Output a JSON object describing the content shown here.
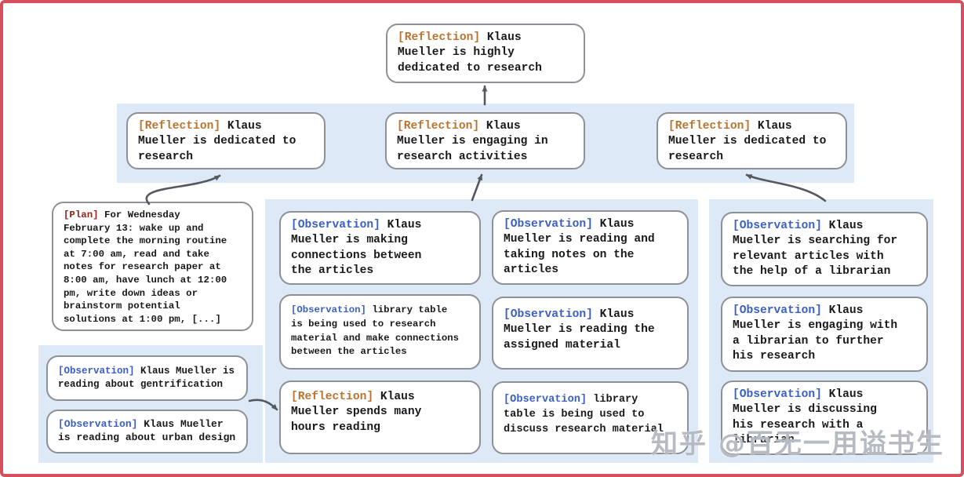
{
  "diagram": {
    "subject": "Klaus Mueller memory tree",
    "node_types": [
      "Reflection",
      "Observation",
      "Plan"
    ]
  },
  "colors": {
    "canvas_border": "#d5505c",
    "band_background": "#dde9f7",
    "node_background": "#ffffff",
    "node_border": "#8d9095",
    "text": "#17191c",
    "arrow": "#55585f",
    "tag_reflection": "#b9742f",
    "tag_observation": "#3a5fc5",
    "tag_plan": "#8e241c"
  },
  "watermark": {
    "text": "知乎 @百无一用谥书生"
  },
  "nodes": {
    "root": {
      "tag": "[Reflection]",
      "text": " Klaus\nMueller is highly\ndedicated to research"
    },
    "refl_left": {
      "tag": "[Reflection]",
      "text": " Klaus\nMueller is dedicated to\nresearch"
    },
    "refl_mid": {
      "tag": "[Reflection]",
      "text": " Klaus\nMueller is engaging in\nresearch activities"
    },
    "refl_right": {
      "tag": "[Reflection]",
      "text": " Klaus\nMueller is dedicated to\nresearch"
    },
    "plan": {
      "tag": "[Plan]",
      "text": " For Wednesday\nFebruary 13: wake up and\ncomplete the morning routine\nat 7:00 am, read and take\nnotes for research paper at\n8:00 am, have lunch at 12:00\npm, write down ideas or\nbrainstorm potential\nsolutions at 1:00 pm, [...]"
    },
    "obs_gentrification": {
      "tag": "[Observation]",
      "text": " Klaus Mueller is\nreading about gentrification"
    },
    "obs_urban": {
      "tag": "[Observation]",
      "text": " Klaus Mueller\nis reading about urban design"
    },
    "obs_connections": {
      "tag": "[Observation]",
      "text": " Klaus\nMueller is making\nconnections between\nthe articles"
    },
    "obs_library_research": {
      "tag": "[Observation]",
      "text": " library table\nis being used to research\nmaterial and make connections\nbetween the articles"
    },
    "refl_hours": {
      "tag": "[Reflection]",
      "text": " Klaus\nMueller spends many\nhours reading"
    },
    "obs_notes": {
      "tag": "[Observation]",
      "text": " Klaus\nMueller is reading and\ntaking notes on the\narticles"
    },
    "obs_assigned": {
      "tag": "[Observation]",
      "text": " Klaus\nMueller is reading the\nassigned material"
    },
    "obs_library_discuss": {
      "tag": "[Observation]",
      "text": " library\ntable is being used to\ndiscuss research material"
    },
    "obs_searching": {
      "tag": "[Observation]",
      "text": " Klaus\nMueller is searching for\nrelevant articles with\nthe help of a librarian"
    },
    "obs_engaging": {
      "tag": "[Observation]",
      "text": " Klaus\nMueller is engaging with\na librarian to further\nhis research"
    },
    "obs_discussing": {
      "tag": "[Observation]",
      "text": " Klaus\nMueller is discussing\nhis research with a\nlibrarian"
    }
  }
}
